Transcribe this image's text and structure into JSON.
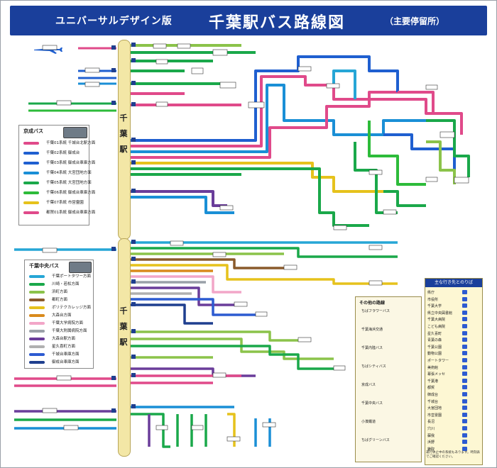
{
  "header": {
    "subtitle": "ユニバーサルデザイン版",
    "title": "千葉駅バス路線図",
    "paren": "（主要停留所）"
  },
  "station": {
    "name_upper": [
      "千",
      "葉",
      "駅"
    ],
    "name_lower": [
      "千",
      "葉",
      "駅"
    ]
  },
  "keisei_legend": {
    "title": "京成バス",
    "items": [
      {
        "code": "01",
        "text": "千葉01系統 千城台北駅方面",
        "color": "#e04a8a"
      },
      {
        "code": "02",
        "text": "千葉02系統 御成台",
        "color": "#1f5fd0"
      },
      {
        "code": "03",
        "text": "千葉03系統 御成台車庫方面",
        "color": "#1f5fd0"
      },
      {
        "code": "04",
        "text": "千葉04系統 大宮団地方面",
        "color": "#1a8fd6"
      },
      {
        "code": "05",
        "text": "千葉05系統 大宮団地方面",
        "color": "#1aa84a"
      },
      {
        "code": "06",
        "text": "千葉06系統 御成台車庫方面",
        "color": "#2dbb3a"
      },
      {
        "code": "07",
        "text": "千葉07系統 市営霊園",
        "color": "#e6c21c"
      },
      {
        "code": "08",
        "text": "都賀01系統 御成台車庫方面",
        "color": "#e04a8a"
      }
    ]
  },
  "chuo_legend": {
    "title": "千葉中央バス",
    "items": [
      {
        "text": "千葉ポートタワー方面",
        "color": "#26a6d6"
      },
      {
        "text": "川崎・若松方面",
        "color": "#1aa84a"
      },
      {
        "text": "浜町方面",
        "color": "#8bc34a"
      },
      {
        "text": "都町方面",
        "color": "#8a5a2b"
      },
      {
        "text": "ポリテクカレッジ方面",
        "color": "#e6c21c"
      },
      {
        "text": "大森台方面",
        "color": "#d98a1c"
      },
      {
        "text": "千葉大学病院方面",
        "color": "#f2a6c8"
      },
      {
        "text": "千葉大附属病院方面",
        "color": "#9aa0a8"
      },
      {
        "text": "大森台駅方面",
        "color": "#6a3d9a"
      },
      {
        "text": "星久喜町方面",
        "color": "#b0b0b0"
      },
      {
        "text": "千城台車庫方面",
        "color": "#2d5bd1"
      },
      {
        "text": "御成台車庫方面",
        "color": "#1f3f8f"
      }
    ]
  },
  "other_box": {
    "title": "その他の路線",
    "items": [
      "ちばフラワーバス",
      "千葉海浜交通",
      "千葉内陸バス",
      "ちばシティバス",
      "京成バス",
      "千葉中央バス",
      "小湊鐵道",
      "ちばグリーンバス"
    ]
  },
  "facility_table": {
    "header": "主な行き先とのりば",
    "rows": [
      "県庁",
      "市役所",
      "千葉大学",
      "県立中央図書館",
      "千葉大病院",
      "こども病院",
      "星久喜町",
      "青葉の森",
      "千葉公園",
      "動物公園",
      "ポートタワー",
      "美術館",
      "幕張メッセ",
      "千葉港",
      "都賀",
      "御成台",
      "千城台",
      "大宮団地",
      "市営霊園",
      "長沼",
      "穴川",
      "蘇我",
      "浜野",
      "鎌取"
    ]
  },
  "note": "運行休止中の系統もあります。時刻表でご確認ください。",
  "colors": {
    "header_bg": "#1a3f9b",
    "station_bar": "#f3e7a6",
    "pink": "#e04a8a",
    "blue": "#1f5fd0",
    "lightblue": "#26a6d6",
    "green": "#1aa84a",
    "lightgreen": "#8bc34a",
    "yellow": "#e6c21c",
    "purple": "#6a3d9a",
    "gray": "#9aa0a8"
  }
}
